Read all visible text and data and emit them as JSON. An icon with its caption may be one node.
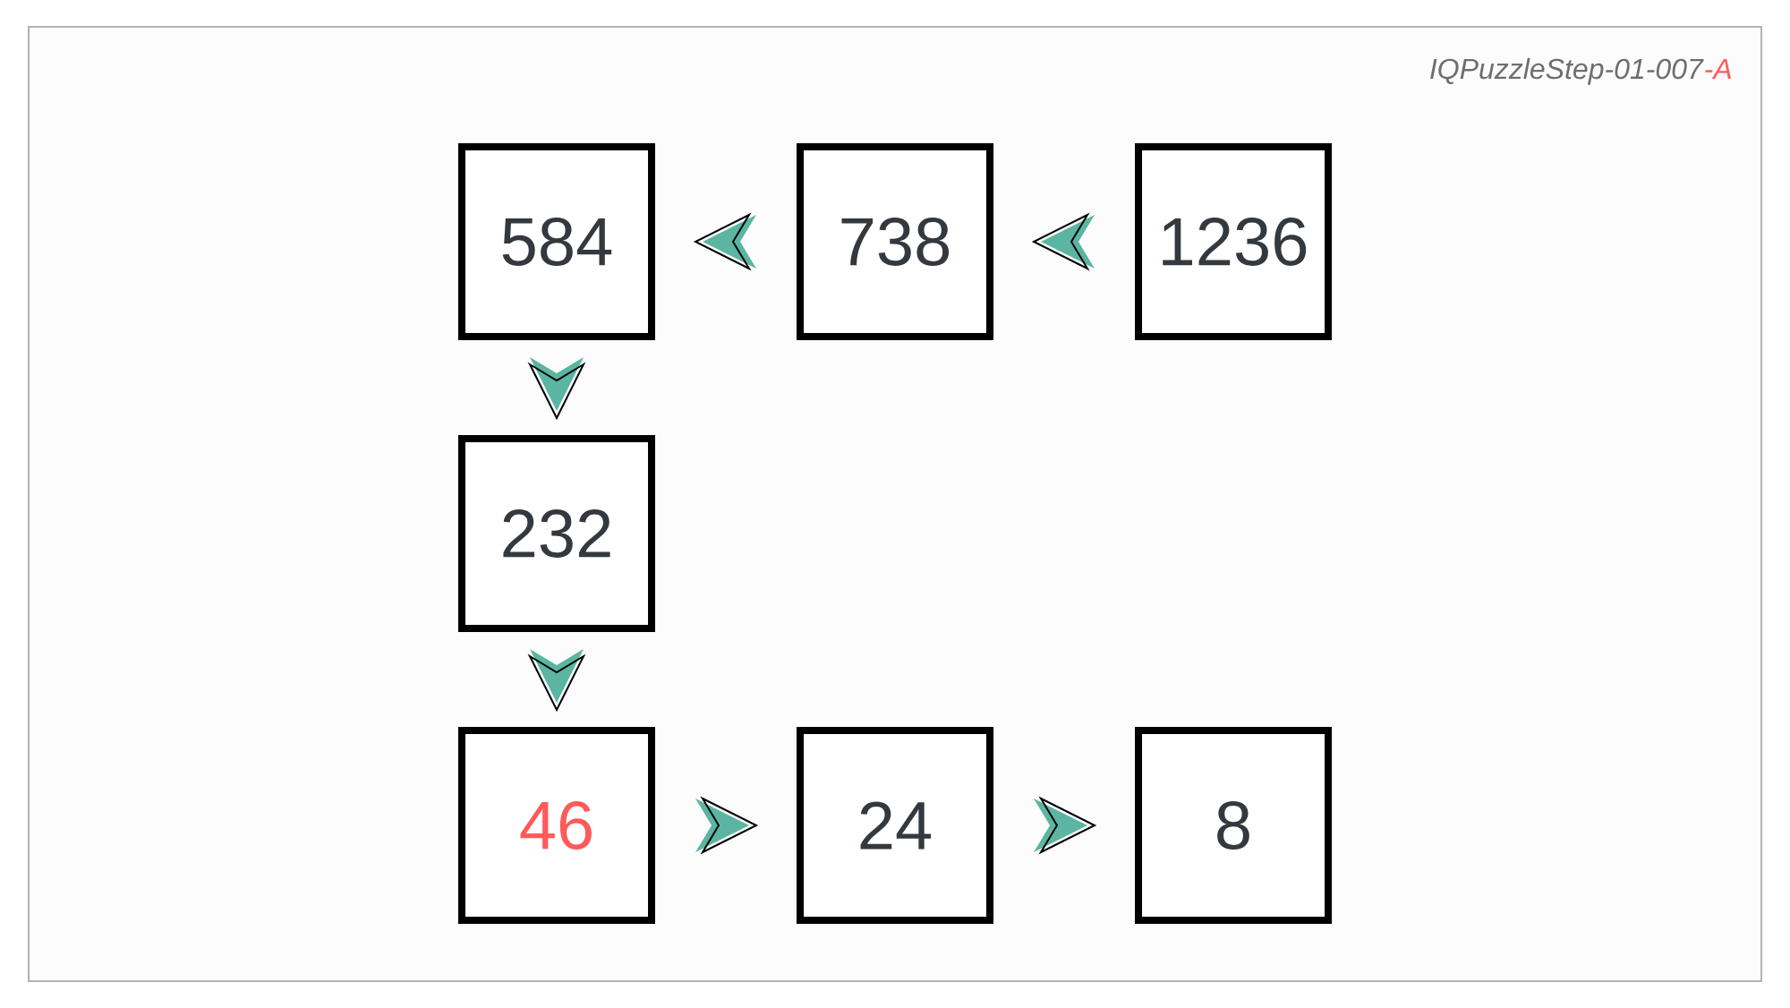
{
  "diagram": {
    "nodes": [
      {
        "text": [
          "584"
        ]
      },
      {
        "text": [
          "738"
        ]
      },
      {
        "text": [
          "1236"
        ]
      },
      {
        "text": [
          "232"
        ]
      },
      {
        "text": [
          "46"
        ]
      },
      {
        "text": [
          "24"
        ]
      },
      {
        "text": [
          "8"
        ]
      }
    ],
    "edges": [
      {
        "from": 1,
        "to": 0,
        "arrow": "to"
      },
      {
        "from": 2,
        "to": 1,
        "arrow": "to"
      },
      {
        "from": 0,
        "to": 3,
        "arrow": "to"
      },
      {
        "from": 3,
        "to": 4,
        "arrow": "to"
      },
      {
        "from": 4,
        "to": 5,
        "arrow": "to"
      },
      {
        "from": 5,
        "to": 6,
        "arrow": "to"
      }
    ],
    "labels": [
      "IQPuzzleStep-01-007",
      "-A"
    ]
  }
}
